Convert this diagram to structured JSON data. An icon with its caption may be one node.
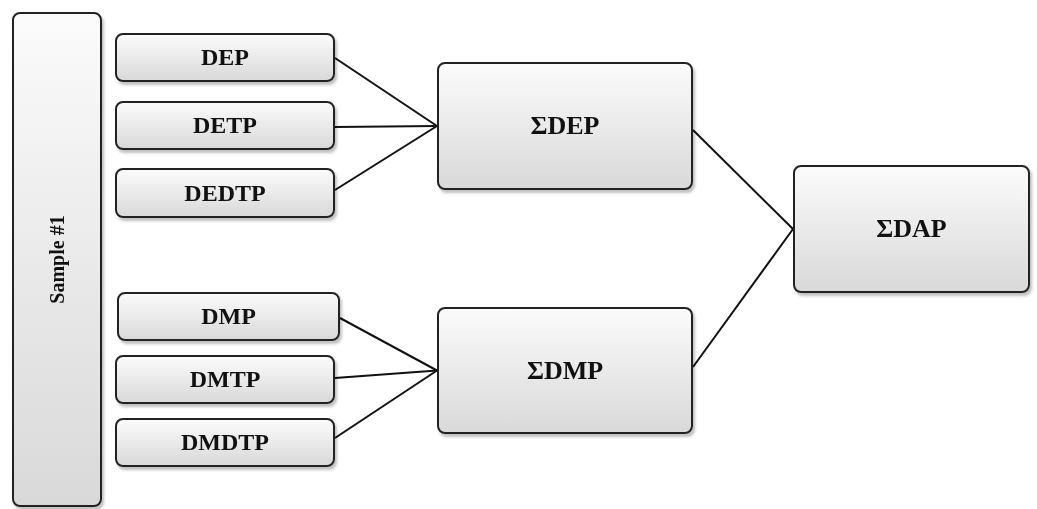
{
  "diagram": {
    "nodes": [
      {
        "text": [
          "Sample #1"
        ]
      },
      {
        "text": [
          "DEP"
        ]
      },
      {
        "text": [
          "DETP"
        ]
      },
      {
        "text": [
          "DEDTP"
        ]
      },
      {
        "text": [
          "DMP"
        ]
      },
      {
        "text": [
          "DMTP"
        ]
      },
      {
        "text": [
          "DMDTP"
        ]
      },
      {
        "text": [
          "ΣDEP"
        ]
      },
      {
        "text": [
          "ΣDMP"
        ]
      },
      {
        "text": [
          "ΣDAP"
        ]
      }
    ],
    "edges": [
      {
        "from": 1,
        "to": 7,
        "arrow": "none"
      },
      {
        "from": 2,
        "to": 7,
        "arrow": "none"
      },
      {
        "from": 3,
        "to": 7,
        "arrow": "none"
      },
      {
        "from": 4,
        "to": 8,
        "arrow": "none"
      },
      {
        "from": 5,
        "to": 8,
        "arrow": "none"
      },
      {
        "from": 6,
        "to": 8,
        "arrow": "none"
      },
      {
        "from": 7,
        "to": 9,
        "arrow": "none"
      },
      {
        "from": 8,
        "to": 9,
        "arrow": "none"
      }
    ]
  }
}
